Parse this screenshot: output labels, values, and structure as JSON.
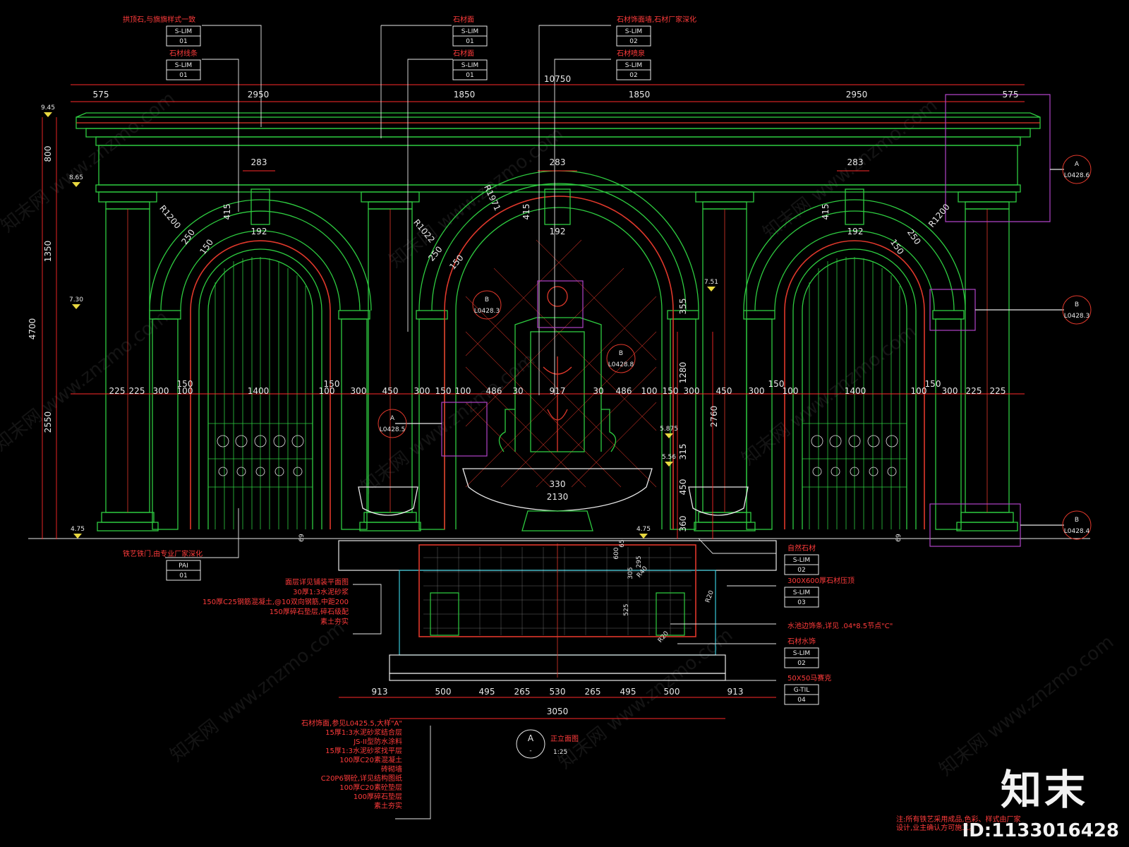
{
  "drawing": {
    "dims_top": [
      "575",
      "2950",
      "1850",
      "1850",
      "2950",
      "575"
    ],
    "overall_width": "10750",
    "dims_middle": [
      "225",
      "225",
      "300",
      "100",
      "1400",
      "100",
      "300",
      "450",
      "300",
      "150",
      "100",
      "486",
      "30",
      "917",
      "30",
      "486",
      "100",
      "150",
      "300",
      "450",
      "300",
      "100",
      "1400",
      "100",
      "300",
      "225",
      "225"
    ],
    "small_150": "150",
    "keystone_w": "283",
    "keystone_h": "415",
    "arch_inner": "192",
    "arch_bands": [
      "250",
      "150"
    ],
    "radii": [
      "R1200",
      "R1022",
      "R1971",
      "R1200"
    ],
    "left_vertical": [
      "800",
      "1350",
      "4700",
      "2550"
    ],
    "levels": [
      "9.45",
      "8.65",
      "7.30",
      "4.75",
      "7.51",
      "5.875",
      "5.56",
      "4.75"
    ],
    "center_vertical": [
      "1280",
      "2760",
      "315",
      "450",
      "360",
      "355"
    ],
    "basin_dims": [
      "330",
      "2130"
    ],
    "small_offsets": [
      "69",
      "69",
      "65"
    ],
    "pool_dims": [
      "305",
      "R40",
      "R20",
      "R20",
      "525",
      "295",
      "600"
    ],
    "bottom_dims": [
      "913",
      "500",
      "495",
      "265",
      "530",
      "265",
      "495",
      "500",
      "913"
    ],
    "bottom_total": "3050"
  },
  "callouts_top": [
    {
      "text": "拱顶石,与旗旗样式一致",
      "code": "S-LIM",
      "num": "01"
    },
    {
      "text": "石材线条",
      "code": "S-LIM",
      "num": "01"
    },
    {
      "text": "石材面",
      "code": "S-LIM",
      "num": "01"
    },
    {
      "text": "石材面",
      "code": "S-LIM",
      "num": "01"
    },
    {
      "text": "石材饰面墙,石材厂家深化",
      "code": "S-LIM",
      "num": "02"
    },
    {
      "text": "石材喷泉",
      "code": "S-LIM",
      "num": "02"
    }
  ],
  "callout_gate": {
    "text": "铁艺铁门,由专业厂家深化",
    "code": "PAI",
    "num": "01"
  },
  "callouts_right": [
    {
      "text": "自然石材",
      "code": "S-LIM",
      "num": "02"
    },
    {
      "text": "300X600厚石材压顶",
      "code": "S-LIM",
      "num": "03"
    },
    {
      "text": "水池边饰条,详见 .04*8.5节点\"C\"",
      "code": "",
      "num": ""
    },
    {
      "text": "石材水饰",
      "code": "S-LIM",
      "num": "02"
    },
    {
      "text": "50X50马赛克",
      "code": "G-TIL",
      "num": "04"
    }
  ],
  "layers_left": [
    "面层详见铺装平面图",
    "30厚1:3水泥砂浆",
    "150厚C25钢筋混凝土,@10双向钢筋,中距200",
    "150厚碎石垫层,碎石级配",
    "素土夯实"
  ],
  "layers_bottom": [
    "石材饰面,参见L0425.5,大样\"A\"",
    "15厚1:3水泥砂浆结合层",
    "JS-II型防水涂料",
    "15厚1:3水泥砂浆找平层",
    "100厚C20素混凝土",
    "砖砌墙",
    "C20P6钢砼,详见结构图纸",
    "100厚C20素砼垫层",
    "100厚碎石垫层",
    "素土夯实"
  ],
  "section_markers": [
    {
      "letter": "A",
      "ref": "L0428.6"
    },
    {
      "letter": "B",
      "ref": "L0428.3"
    },
    {
      "letter": "B",
      "ref": "L0428.4"
    },
    {
      "letter": "A",
      "ref": "L0428.5"
    },
    {
      "letter": "B",
      "ref": "L0428.8"
    },
    {
      "letter": "B",
      "ref": "L0428.3"
    }
  ],
  "title": {
    "letter": "A",
    "sub": "-",
    "text": "正立面图",
    "scale": "1:25"
  },
  "footnote": [
    "注:所有铁艺采用成品,色彩、样式由厂家",
    "设计,业主确认方可施工。"
  ],
  "watermark": "知末网 www.znzmo.com",
  "brand": "知末",
  "image_id": "ID:1133016428",
  "colors": {
    "outline": "#2ecc40",
    "accent": "#e0382b",
    "dimension": "#ff2a2a",
    "text": "#e8e8e8",
    "cyan": "#37c8d8",
    "magenta": "#b043c8",
    "yellow": "#e8d840"
  }
}
